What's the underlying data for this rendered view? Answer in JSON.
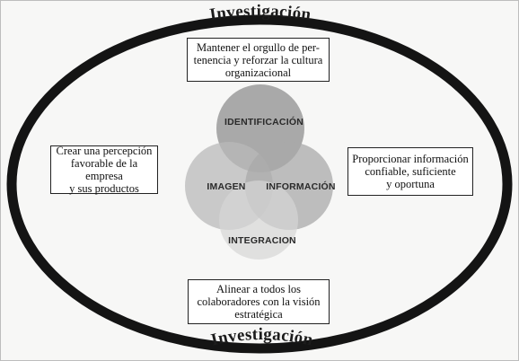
{
  "diagram": {
    "outer_label_top": "Investigación",
    "outer_label_bottom": "Investigación",
    "circles": {
      "top": "IDENTIFICACIÓN",
      "left": "IMAGEN",
      "right": "INFORMACIÓN",
      "bottom": "INTEGRACION"
    },
    "boxes": {
      "top": [
        "Mantener el orgullo de per-",
        "tenencia y reforzar la cultura",
        "organizacional"
      ],
      "left": [
        "Crear una percepción",
        "favorable de la empresa",
        "y sus productos"
      ],
      "right": [
        "Proporcionar información",
        "confiable, suficiente",
        "y oportuna"
      ],
      "bottom": [
        "Alinear a todos los",
        "colaboradores con la visión",
        "estratégica"
      ]
    }
  }
}
